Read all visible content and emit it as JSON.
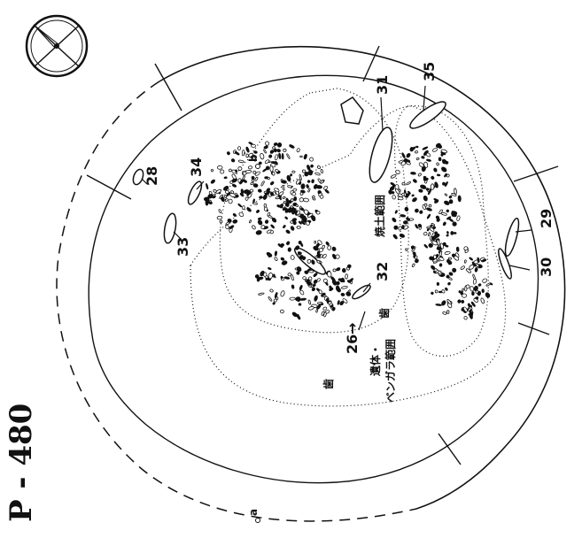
{
  "title": "P - 480",
  "points": {
    "b": "b",
    "a": "a"
  },
  "labels": {
    "l26": "26",
    "l28": "28",
    "l29": "29",
    "l30": "30",
    "l31": "31",
    "l32": "32",
    "l33": "33",
    "l34": "34",
    "l35": "35"
  },
  "notes": {
    "burned_soil": "焼土範囲",
    "bones_line1": "遺体・",
    "bones_line2": "ベンガラ範囲",
    "tooth_a": "歯",
    "tooth_b": "歯"
  }
}
